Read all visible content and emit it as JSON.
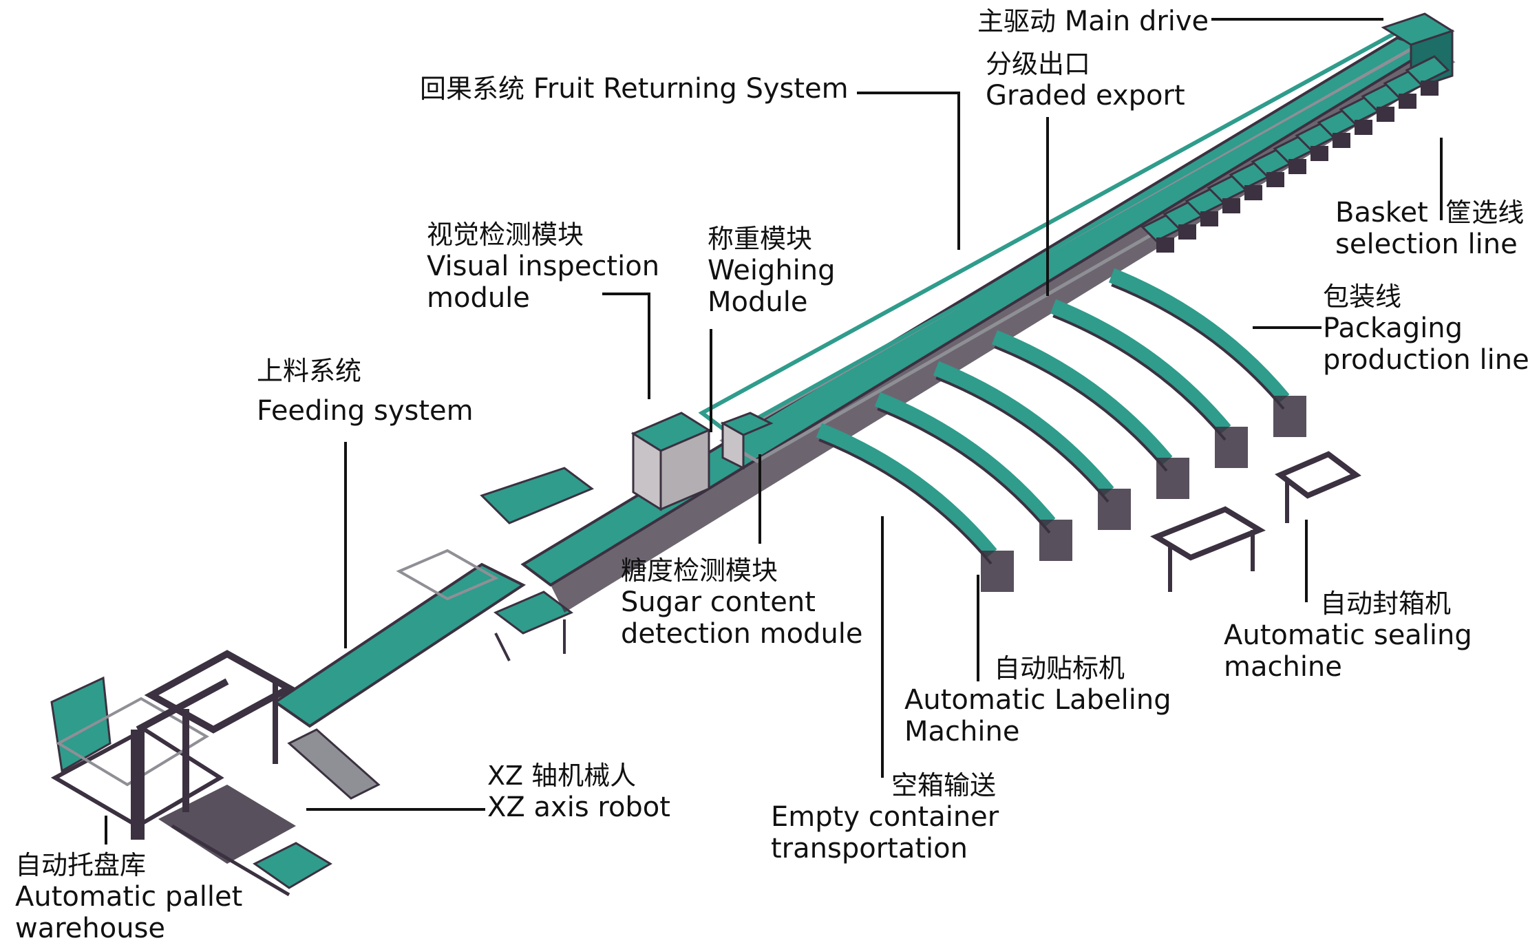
{
  "colors": {
    "machine_teal": "#2f9c8c",
    "machine_teal_dark": "#1d6e66",
    "frame_dark": "#3b3140",
    "frame_grey": "#8f8f96",
    "housing_grey": "#c7c3c6",
    "leader_line": "#111111"
  },
  "labels": {
    "main_drive": {
      "zh": "主驱动",
      "en": "Main drive"
    },
    "fruit_returning": {
      "zh": "回果系统",
      "en": "Fruit Returning System"
    },
    "graded_export": {
      "zh": "分级出口",
      "en": "Graded export"
    },
    "basket_selection": {
      "zh": "筐选线",
      "en": "Basket selection line",
      "en1": "Basket",
      "en2": "selection line"
    },
    "packaging_line": {
      "zh": "包装线",
      "en1": "Packaging",
      "en2": "production line"
    },
    "visual_inspection": {
      "zh": "视觉检测模块",
      "en1": "Visual inspection",
      "en2": "module"
    },
    "weighing": {
      "zh": "称重模块",
      "en1": "Weighing",
      "en2": "Module"
    },
    "feeding": {
      "zh": "上料系统",
      "en": "Feeding system"
    },
    "sugar_content": {
      "zh": "糖度检测模块",
      "en1": "Sugar content",
      "en2": "detection module"
    },
    "sealing": {
      "zh": "自动封箱机",
      "en1": "Automatic sealing",
      "en2": "machine"
    },
    "labeling": {
      "zh": "自动贴标机",
      "en1": "Automatic Labeling",
      "en2": "Machine"
    },
    "xz_robot": {
      "zh": "XZ 轴机械人",
      "en": "XZ axis robot"
    },
    "empty_container": {
      "zh": "空箱输送",
      "en1": "Empty container",
      "en2": "transportation"
    },
    "pallet_warehouse": {
      "zh": "自动托盘库",
      "en1": "Automatic pallet",
      "en2": "warehouse"
    }
  }
}
